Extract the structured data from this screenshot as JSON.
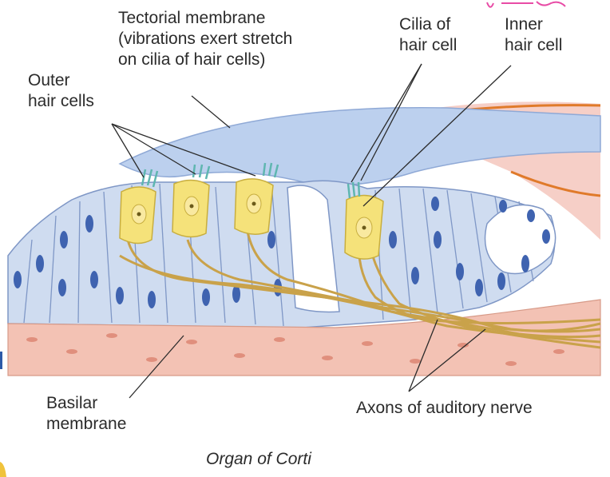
{
  "labels": {
    "tectorial": [
      "Tectorial membrane",
      "(vibrations exert stretch",
      "on cilia of hair cells)"
    ],
    "cilia": [
      "Cilia of",
      "hair cell"
    ],
    "inner": [
      "Inner",
      "hair cell"
    ],
    "outer": [
      "Outer",
      "hair cells"
    ],
    "basilar": [
      "Basilar",
      "membrane"
    ],
    "axons": "Axons of auditory nerve",
    "caption": "Organ of Corti"
  },
  "colors": {
    "hair_cell": "#f5e27a",
    "support_cell": "#cfdcf0",
    "nucleus": "#3f63b0",
    "basilar": "#f3c2b4",
    "tectorial": "#bcd0ee",
    "nerve": "#c9a24a",
    "cilia": "#5fb6b0",
    "accent_orange": "#e07a2a",
    "accent_pink": "#e84ca6"
  }
}
